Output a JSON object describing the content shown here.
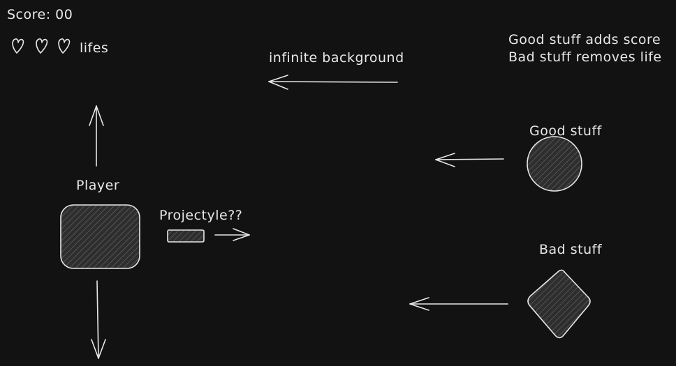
{
  "colors": {
    "background": "#121212",
    "stroke": "#e8e8e8",
    "fill": "#2e2e2e"
  },
  "hud": {
    "score_label": "Score:",
    "score_value": "00",
    "lifes_label": "lifes",
    "lifes_count": 3,
    "heart_icon": "heart-icon"
  },
  "labels": {
    "background_arrow": "infinite background",
    "legend_line1": "Good stuff adds score",
    "legend_line2": "Bad stuff removes life",
    "player": "Player",
    "projectile": "Projectyle??",
    "good_stuff": "Good stuff",
    "bad_stuff": "Bad stuff"
  }
}
